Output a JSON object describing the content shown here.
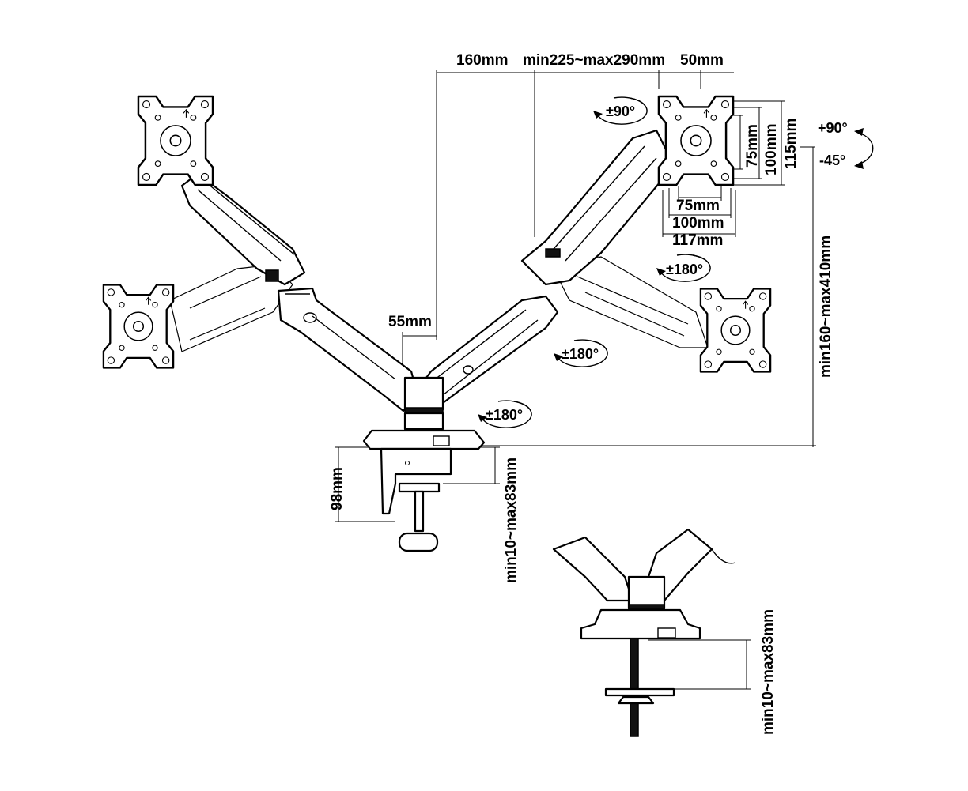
{
  "dimensions": {
    "arm_offset": "160mm",
    "arm_length": "min225~max290mm",
    "head_offset": "50mm",
    "pole_offset": "55mm",
    "vesa_75_w": "75mm",
    "vesa_100_w": "100mm",
    "plate_w": "117mm",
    "vesa_75_h": "75mm",
    "vesa_100_h": "100mm",
    "plate_h": "115mm",
    "height_range": "min160~max410mm",
    "clamp_height": "98mm",
    "clamp_range": "min10~max83mm",
    "grommet_range": "min10~max83mm"
  },
  "rotations": {
    "screen_rotate": "±90°",
    "tilt_up": "+90°",
    "tilt_down": "-45°",
    "head_swivel": "±180°",
    "elbow_swivel": "±180°",
    "base_swivel": "±180°"
  },
  "icons": {
    "vesa_plate": "vesa-plate-icon",
    "rotation_arrow": "rotation-arrow-icon"
  }
}
